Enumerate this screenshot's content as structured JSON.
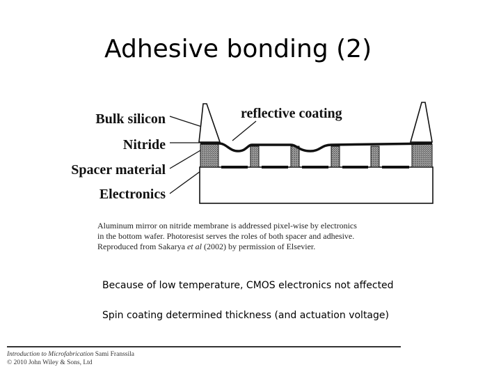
{
  "slide": {
    "title": "Adhesive bonding (2)"
  },
  "figure": {
    "labels": {
      "bulk_silicon": "Bulk silicon",
      "nitride": "Nitride",
      "spacer_material": "Spacer material",
      "electronics": "Electronics",
      "reflective_coating": "reflective coating"
    },
    "caption": {
      "line1": "Aluminum mirror on nitride membrane is addressed pixel-wise by electronics",
      "line2": "in the bottom wafer. Photoresist serves the roles of both spacer and adhesive.",
      "line3_pre": "Reproduced from Sakarya ",
      "line3_etal": "et al",
      "line3_post": " (2002) by permission of Elsevier."
    }
  },
  "bullets": [
    "Because of low temperature, CMOS electronics not affected",
    "Spin coating determined thickness (and actuation voltage)"
  ],
  "footer": {
    "book": "Introduction to Microfabrication",
    "author": " Sami Franssila",
    "copyright": "© 2010 John Wiley & Sons, Ltd"
  },
  "colors": {
    "spacer_fill": "#8c8c8c",
    "ink": "#111111"
  }
}
